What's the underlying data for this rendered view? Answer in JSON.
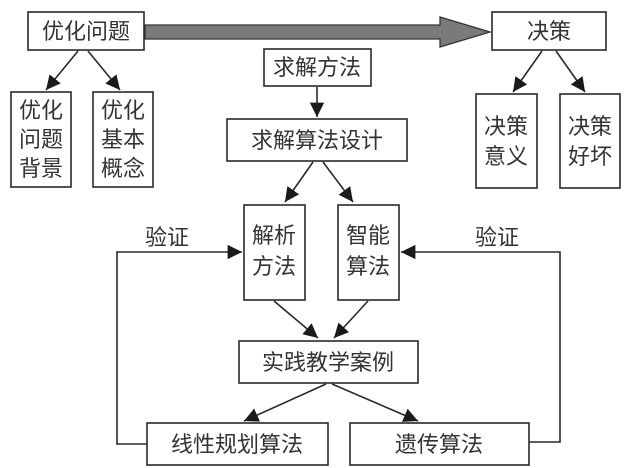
{
  "nodes": {
    "opt_problem": "优化问题",
    "opt_background": [
      "优化",
      "问题",
      "背景"
    ],
    "opt_concepts": [
      "优化",
      "基本",
      "概念"
    ],
    "decision": "决策",
    "decision_meaning": [
      "决策",
      "意义"
    ],
    "decision_quality": [
      "决策",
      "好坏"
    ],
    "solve_methods": "求解方法",
    "algo_design": "求解算法设计",
    "analytic_methods": [
      "解析",
      "方法"
    ],
    "intelligent_algos": [
      "智能",
      "算法"
    ],
    "teaching_cases": "实践教学案例",
    "linear_programming": "线性规划算法",
    "genetic_algo": "遗传算法"
  },
  "edge_labels": {
    "verify_left": "验证",
    "verify_right": "验证"
  },
  "colors": {
    "big_arrow": "#7a7a7a",
    "stroke": "#2a2a2a"
  }
}
